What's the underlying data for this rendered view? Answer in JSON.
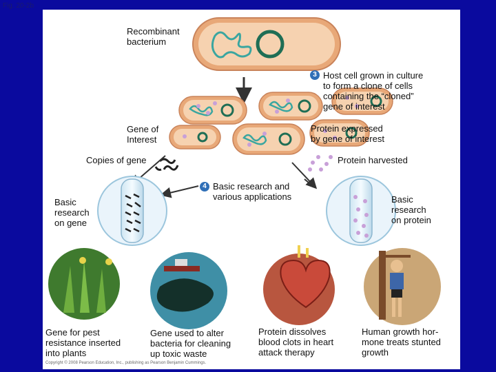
{
  "figure_label": "Fig. 20-2b",
  "labels": {
    "recombinant": "Recombinant\nbacterium",
    "step3_num": "3",
    "step3_text": "Host cell grown in culture\nto form a clone of cells\ncontaining the “cloned”\ngene of interest",
    "gene_of_interest": "Gene of\nInterest",
    "protein_expressed": "Protein expressed\nby gene of interest",
    "copies_of_gene": "Copies of gene",
    "protein_harvested": "Protein harvested",
    "step4_num": "4",
    "step4_text": "Basic research and\nvarious applications",
    "basic_research_gene": "Basic\nresearch\non gene",
    "basic_research_protein": "Basic\nresearch\non protein",
    "app1": "Gene for pest\nresistance inserted\ninto plants",
    "app2": "Gene used to alter\nbacteria for cleaning\nup toxic waste",
    "app3": "Protein dissolves\nblood clots in heart\nattack therapy",
    "app4": "Human growth hor-\nmone treats stunted\ngrowth",
    "copyright": "Copyright © 2008 Pearson Education, Inc., publishing as Pearson Benjamin Cummings."
  },
  "colors": {
    "background": "#0a0a9e",
    "bacterium_outer": "#e8a878",
    "bacterium_inner": "#f6d2b0",
    "dna": "#3aa6a0",
    "plasmid": "#1f6e55",
    "protein_dot": "#c8a0d8",
    "arrow": "#333333"
  }
}
